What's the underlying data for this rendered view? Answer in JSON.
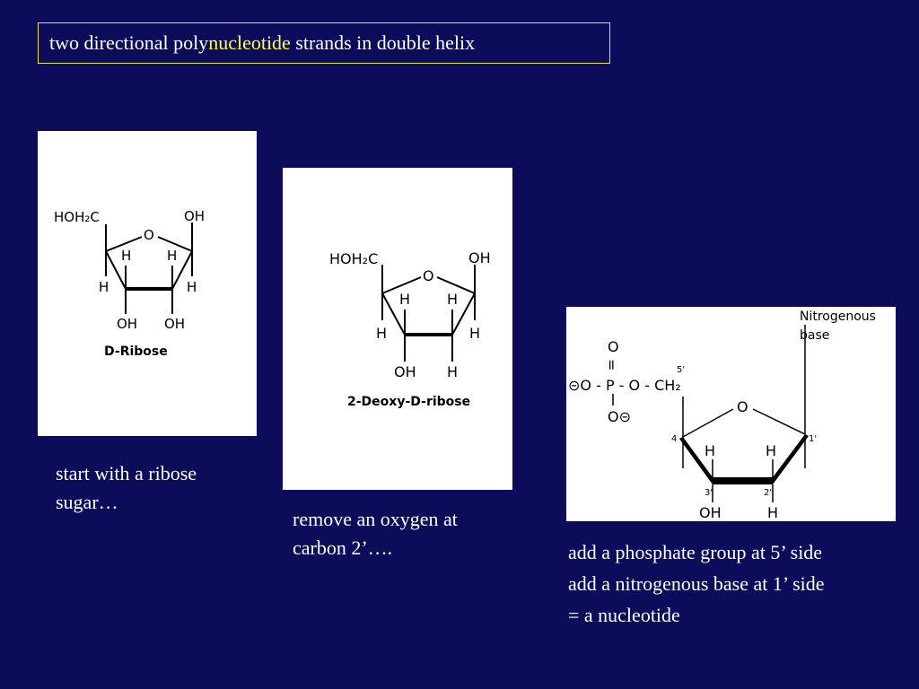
{
  "title": {
    "prefix": "two directional poly",
    "highlight": "nucleotide",
    "suffix": " strands in double helix"
  },
  "colors": {
    "background": "#0c0c5a",
    "highlight": "#ffff3c",
    "border": "#e6e64a"
  },
  "ribose": {
    "labels": {
      "c5": "HOH₂C",
      "ring_o": "O",
      "c1_oh": "OH",
      "c4_h": "H",
      "c1_h": "H",
      "c3_h_up": "H",
      "c2_h_up": "H",
      "c3_oh": "OH",
      "c2_oh": "OH"
    },
    "name": "D-Ribose"
  },
  "deoxyribose": {
    "labels": {
      "c5": "HOH₂C",
      "ring_o": "O",
      "c1_oh": "OH",
      "c4_h": "H",
      "c1_h": "H",
      "c3_h_up": "H",
      "c2_h_up": "H",
      "c3_oh": "OH",
      "c2_h": "H"
    },
    "name": "2-Deoxy-D-ribose"
  },
  "nucleotide": {
    "base_label_1": "Nitrogenous",
    "base_label_2": "base",
    "phosphate_o_top": "O",
    "phosphate_eq": "=",
    "phosphate_left": "⊝O - P - O - CH₂",
    "phosphate_o_bottom": "O⊝",
    "carbon_5": "5'",
    "carbon_4": "4",
    "carbon_3": "3'",
    "carbon_2": "2'",
    "carbon_1": "1'",
    "ring_o": "O",
    "h_left": "H",
    "h_right": "H",
    "oh": "OH",
    "h_bottom": "H"
  },
  "captions": {
    "ribose": [
      "start with a ribose",
      "sugar…"
    ],
    "deoxy": [
      "remove an oxygen at",
      "carbon 2’…."
    ],
    "nucleotide": [
      "add a phosphate group at 5’ side",
      "add a nitrogenous base at 1’ side",
      "= a nucleotide"
    ]
  }
}
